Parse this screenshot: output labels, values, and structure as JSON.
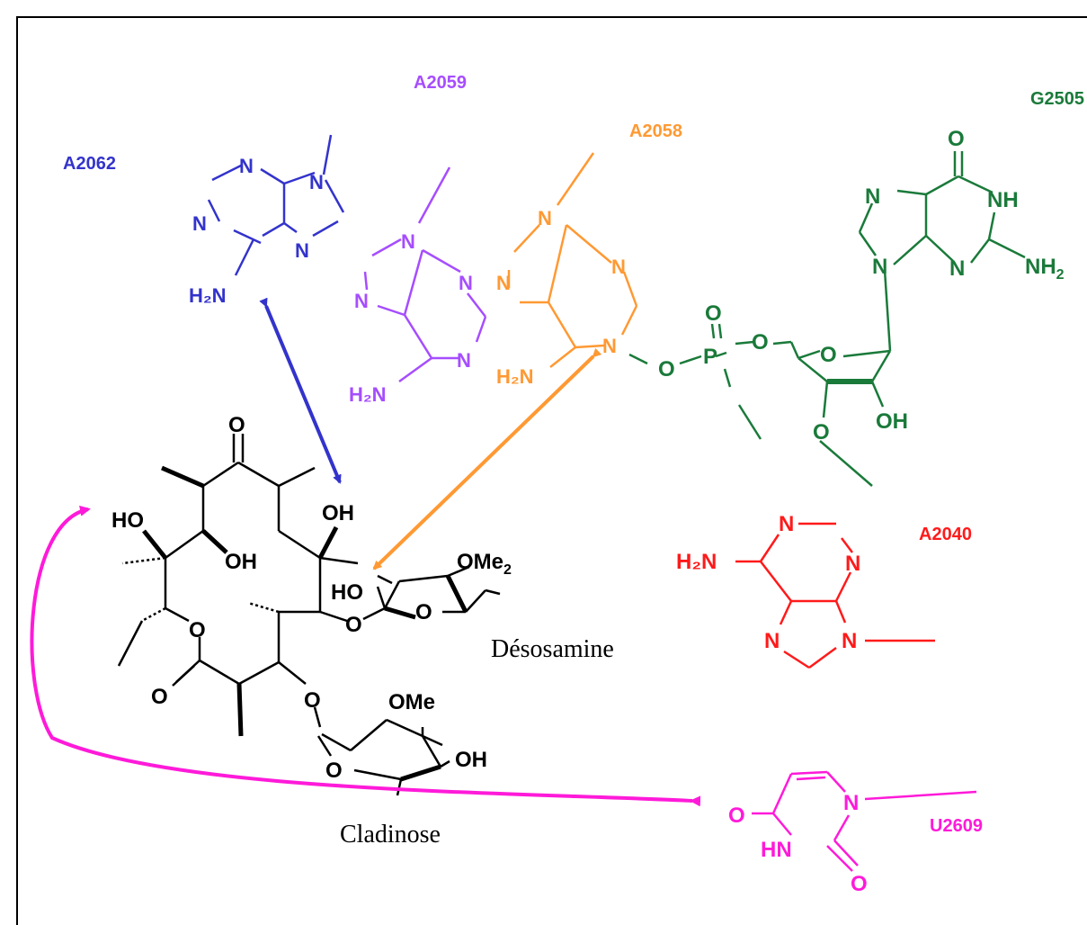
{
  "colors": {
    "a2062": "#3333cc",
    "a2059": "#a64dff",
    "a2058": "#ff9933",
    "g2505": "#1a7a3a",
    "a2040": "#ff1a1a",
    "u2609": "#ff1ad9",
    "macrolide": "#000000",
    "arrow_blue": "#3333cc",
    "arrow_orange": "#ff9933",
    "arrow_magenta": "#ff1ad9"
  },
  "nucleotides": {
    "a2062": {
      "label": "A2062",
      "atoms": {
        "n1": "N",
        "n3": "N",
        "n7": "N",
        "n9": "N",
        "nh2": "H₂N"
      }
    },
    "a2059": {
      "label": "A2059",
      "atoms": {
        "n9": "N",
        "n7": "N",
        "n3": "N",
        "n1": "N",
        "nh2": "H₂N"
      }
    },
    "a2058": {
      "label": "A2058",
      "atoms": {
        "n9": "N",
        "n7": "N",
        "n3": "N",
        "n1": "N",
        "nh2": "H₂N"
      }
    },
    "g2505": {
      "label": "G2505",
      "atoms": {
        "o6": "O",
        "n7": "N",
        "nh": "NH",
        "n9": "N",
        "n3": "N",
        "nh2": "NH",
        "nh2_sub": "2",
        "p": "P",
        "po_top": "O",
        "po_left": "O",
        "po_right": "O",
        "ring_o": "O",
        "ch3o": "O",
        "oh": "OH"
      }
    },
    "a2040": {
      "label": "A2040",
      "atoms": {
        "nh2": "H₂N",
        "n1": "N",
        "n3": "N",
        "n7": "N",
        "n9": "N"
      }
    },
    "u2609": {
      "label": "U2609",
      "atoms": {
        "o4": "O",
        "n1": "N",
        "hn": "HN",
        "o2": "O"
      }
    }
  },
  "macrolide": {
    "ketone_o": "O",
    "oh_left": "HO",
    "oh_inner": "OH",
    "oh_right": "OH",
    "ring_o": "O",
    "lactone_o": "O",
    "o_desosamine": "O",
    "o_cladinose": "O"
  },
  "desosamine": {
    "name": "Désosamine",
    "ho": "HO",
    "ring_o": "O",
    "ome2": "OMe",
    "ome2_sub": "2"
  },
  "cladinose": {
    "name": "Cladinose",
    "ome": "OMe",
    "ring_o": "O",
    "oh": "OH"
  }
}
